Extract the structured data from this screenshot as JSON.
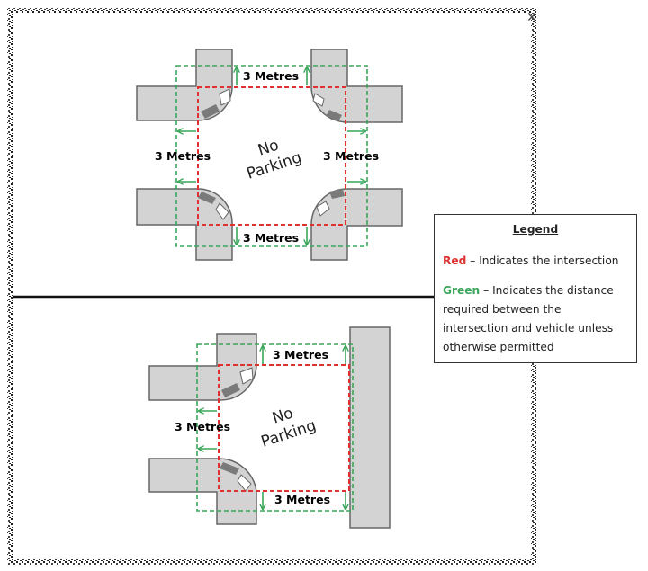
{
  "window": {
    "close_label": "✕"
  },
  "top_diagram": {
    "no_parking": {
      "line1": "No",
      "line2": "Parking"
    },
    "labels": {
      "top": "3 Metres",
      "bottom": "3 Metres",
      "left": "3 Metres",
      "right": "3 Metres"
    }
  },
  "bottom_diagram": {
    "no_parking": {
      "line1": "No",
      "line2": "Parking"
    },
    "labels": {
      "top": "3 Metres",
      "bottom": "3 Metres",
      "left": "3 Metres"
    }
  },
  "legend": {
    "title": "Legend",
    "red": {
      "word": "Red",
      "text": " – Indicates the intersection"
    },
    "green": {
      "word": "Green",
      "text": " – Indicates the distance required between the intersection and vehicle unless otherwise permitted"
    }
  },
  "colors": {
    "intersection_line": "#e03030",
    "distance_line": "#3aa65a",
    "road_fill": "#d3d3d3",
    "road_edge": "#666666",
    "frame": "#111111"
  }
}
